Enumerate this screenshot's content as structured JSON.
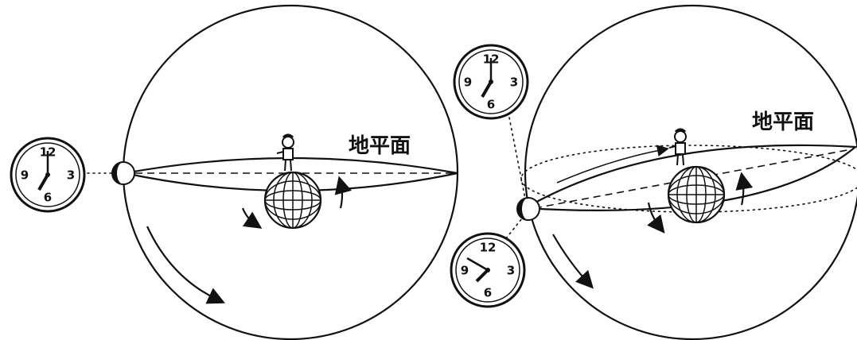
{
  "colors": {
    "ink": "#111111",
    "background": "#ffffff"
  },
  "left_diagram": {
    "horizon_label": "地平面",
    "clock": {
      "hour": 7,
      "minute": 0,
      "numerals": [
        "12",
        "3",
        "6",
        "9"
      ]
    },
    "icons": [
      "moon-icon",
      "observer-figure-icon",
      "earth-globe-icon",
      "rotation-arrow-icon"
    ]
  },
  "right_diagram": {
    "horizon_label": "地平面",
    "clock_top": {
      "hour": 7,
      "minute": 0,
      "numerals": [
        "12",
        "3",
        "6",
        "9"
      ]
    },
    "clock_bottom": {
      "hour": 7,
      "minute": 50,
      "numerals": [
        "12",
        "3",
        "6",
        "9"
      ]
    },
    "icons": [
      "moon-icon",
      "observer-figure-icon",
      "earth-globe-icon",
      "rotation-arrow-icon"
    ]
  }
}
